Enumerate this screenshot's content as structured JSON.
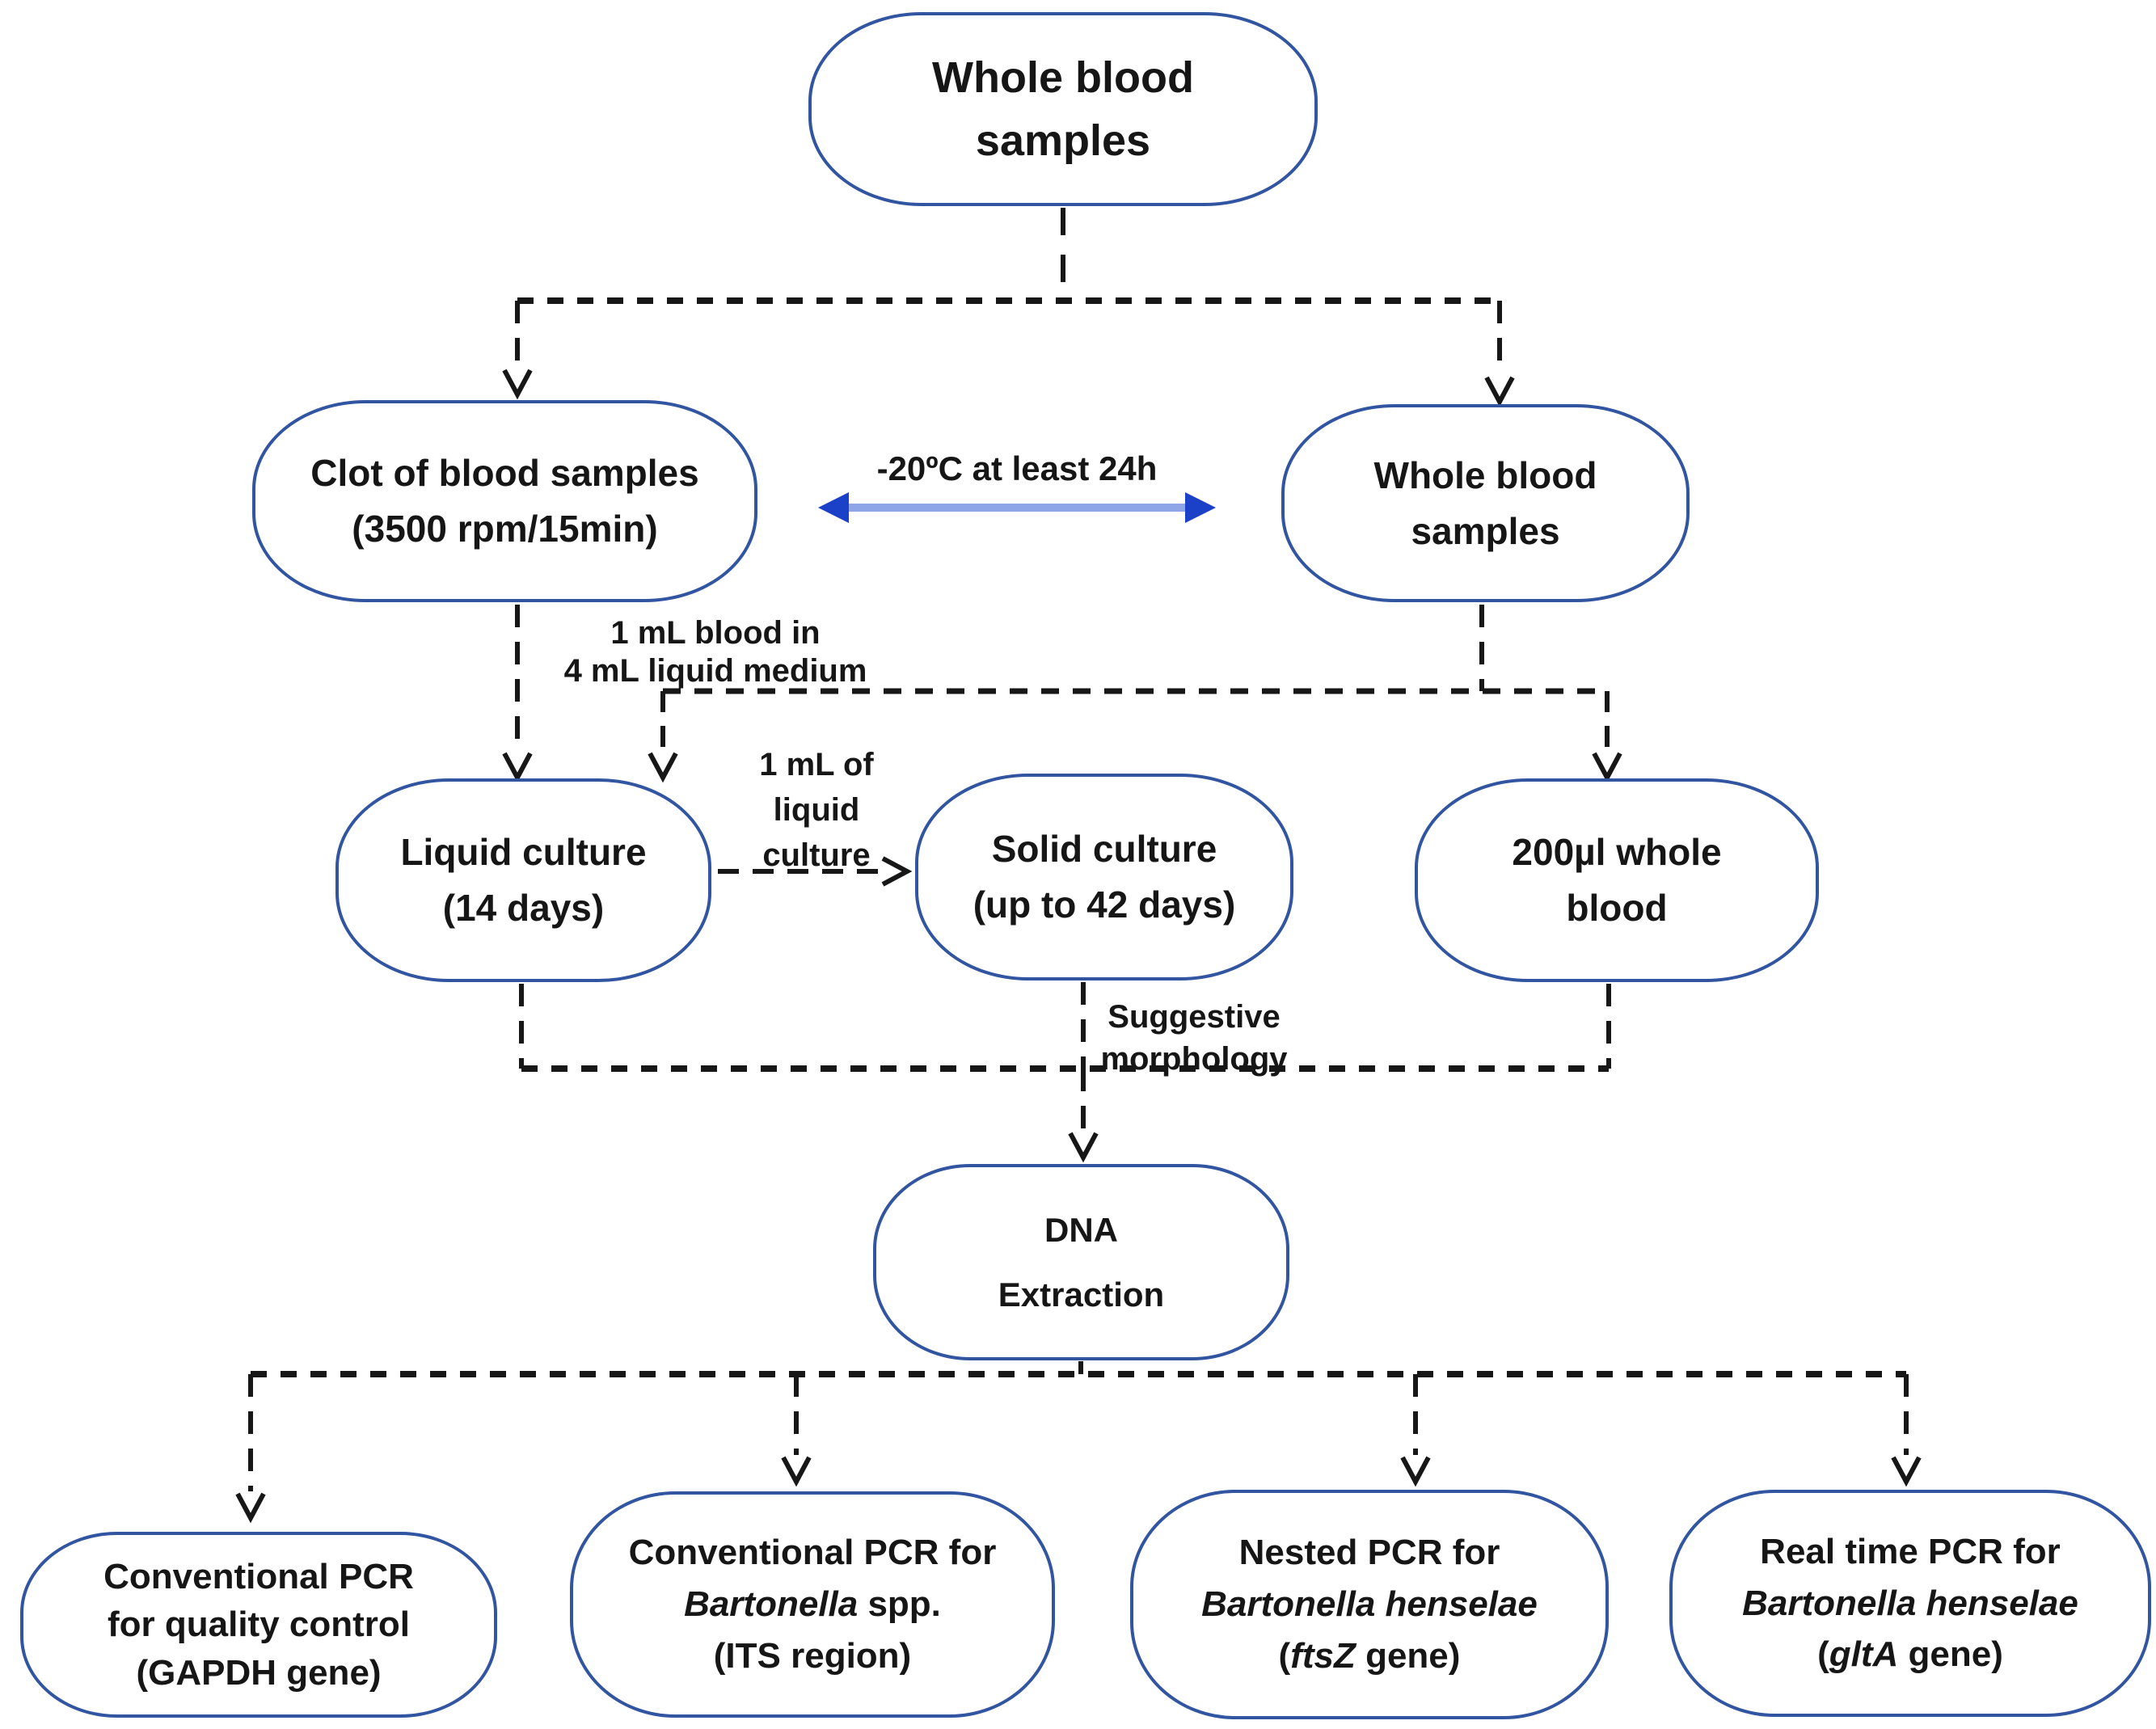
{
  "figure": {
    "type": "flowchart",
    "background": "#ffffff",
    "node_border_color": "#3155a0",
    "text_color": "#161616",
    "dashed_line_color": "#171717",
    "freeze_arrow": {
      "shaft_color": "#8ea6e8",
      "head_color": "#1b41c8"
    }
  },
  "nodes": {
    "whole_blood_top": {
      "lines": [
        [
          {
            "t": "Whole blood",
            "i": false
          }
        ],
        [
          {
            "t": "samples",
            "i": false
          }
        ]
      ]
    },
    "clot": {
      "lines": [
        [
          {
            "t": "Clot of blood samples",
            "i": false
          }
        ],
        [
          {
            "t": "(3500 rpm/15min)",
            "i": false
          }
        ]
      ]
    },
    "whole_blood_right": {
      "lines": [
        [
          {
            "t": "Whole blood",
            "i": false
          }
        ],
        [
          {
            "t": "samples",
            "i": false
          }
        ]
      ]
    },
    "liquid_culture": {
      "lines": [
        [
          {
            "t": "Liquid culture",
            "i": false
          }
        ],
        [
          {
            "t": "(14 days)",
            "i": false
          }
        ]
      ]
    },
    "solid_culture": {
      "lines": [
        [
          {
            "t": "Solid culture",
            "i": false
          }
        ],
        [
          {
            "t": "(up to 42 days)",
            "i": false
          }
        ]
      ]
    },
    "whole_blood_200": {
      "lines": [
        [
          {
            "t": "200µl whole",
            "i": false
          }
        ],
        [
          {
            "t": "blood",
            "i": false
          }
        ]
      ]
    },
    "dna_extraction": {
      "lines": [
        [
          {
            "t": "DNA",
            "i": false
          }
        ],
        [
          {
            "t": "Extraction",
            "i": false
          }
        ]
      ]
    },
    "pcr_quality": {
      "lines": [
        [
          {
            "t": "Conventional PCR",
            "i": false
          }
        ],
        [
          {
            "t": "for quality control",
            "i": false
          }
        ],
        [
          {
            "t": "(GAPDH gene)",
            "i": false
          }
        ]
      ]
    },
    "pcr_bartonella_spp": {
      "lines": [
        [
          {
            "t": "Conventional PCR for",
            "i": false
          }
        ],
        [
          {
            "t": "Bartonella",
            "i": true
          },
          {
            "t": " spp.",
            "i": false
          }
        ],
        [
          {
            "t": "(ITS region)",
            "i": false
          }
        ]
      ]
    },
    "pcr_nested": {
      "lines": [
        [
          {
            "t": "Nested PCR for",
            "i": false
          }
        ],
        [
          {
            "t": "Bartonella henselae",
            "i": true
          }
        ],
        [
          {
            "t": "(",
            "i": false
          },
          {
            "t": "ftsZ",
            "i": true
          },
          {
            "t": " gene)",
            "i": false
          }
        ]
      ]
    },
    "pcr_realtime": {
      "lines": [
        [
          {
            "t": "Real time PCR for",
            "i": false
          }
        ],
        [
          {
            "t": "Bartonella henselae",
            "i": true
          }
        ],
        [
          {
            "t": "(",
            "i": false
          },
          {
            "t": "gltA",
            "i": true
          },
          {
            "t": " gene)",
            "i": false
          }
        ]
      ]
    }
  },
  "labels": {
    "freeze": "-20ºC at least 24h",
    "one_ml_blood": [
      "1 mL blood in",
      "4 mL liquid medium"
    ],
    "one_ml_liquid_culture": [
      "1 mL of",
      "liquid",
      "culture"
    ],
    "suggestive": [
      "Suggestive",
      "morphology"
    ]
  }
}
